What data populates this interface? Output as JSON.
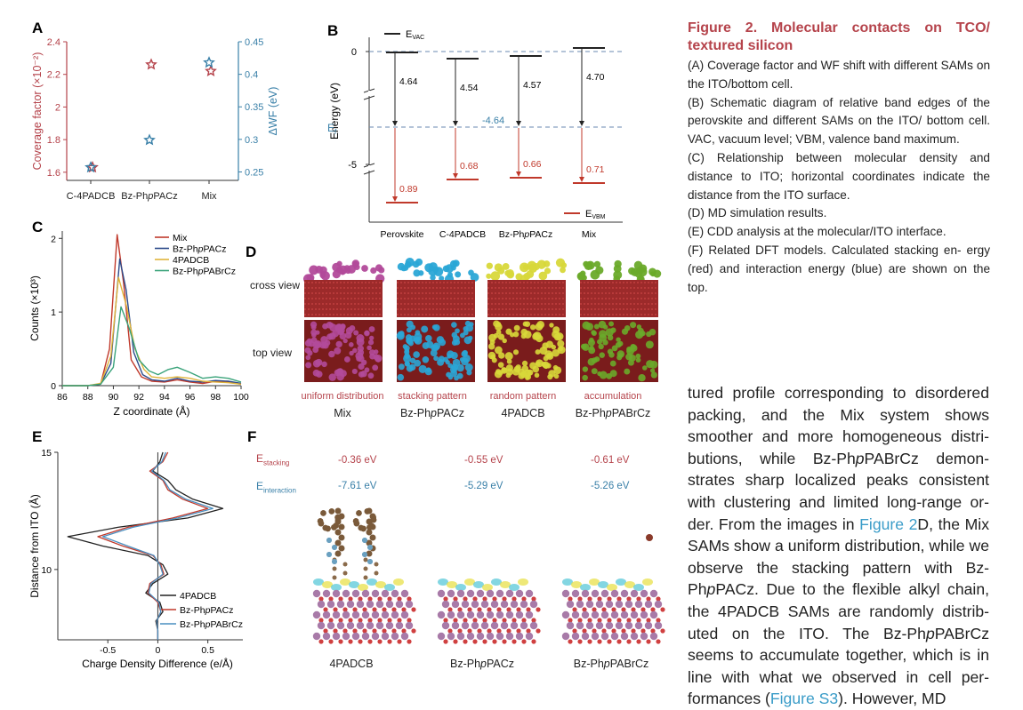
{
  "panel_labels": {
    "A": "A",
    "B": "B",
    "C": "C",
    "D": "D",
    "E": "E",
    "F": "F"
  },
  "caption": {
    "title": "Figure 2. Molecular contacts on TCO/ textured silicon",
    "items": [
      "(A) Coverage factor and WF shift with different SAMs on the ITO/bottom cell.",
      "(B) Schematic diagram of relative band edges of the perovskite and different SAMs on the ITO/ bottom cell. VAC, vacuum level; VBM, valence band maximum.",
      "(C) Relationship between molecular density and distance to ITO; horizontal coordinates indicate the distance from the ITO surface.",
      "(D) MD simulation results.",
      "(E) CDD analysis at the molecular/ITO interface.",
      "(F) Related DFT models. Calculated stacking en- ergy (red) and interaction energy (blue) are shown on the top."
    ]
  },
  "body_text": {
    "p1": "tured profile corresponding to disordered packing, and the Mix system shows smoother and more homogeneous distri- butions, while Bz-Ph",
    "p1_i": "p",
    "p1b": "PABrCz demon- strates sharp localized peaks consistent with clustering and limited long-range or- der. From the images in ",
    "link1": "Figure 2",
    "p2": "D, the Mix SAMs show a uniform distribution, while we observe the stacking pattern with Bz- Ph",
    "p2_i": "p",
    "p2b": "PACz. Due to the flexible alkyl chain, the 4PADCB SAMs are randomly distrib- uted on the ITO. The Bz-Ph",
    "p2_i2": "p",
    "p2c": "PABrCz seems to accumulate together, which is in line with what we observed in cell per- formances (",
    "link2": "Figure S3",
    "p3": "). However, MD"
  },
  "chart_data": [
    {
      "panel": "A",
      "type": "scatter",
      "categories": [
        "C-4PADCB",
        "Bz-PhpPACz",
        "Mix"
      ],
      "ylabel": "Coverage factor (×10⁻²)",
      "ylabel2": "ΔWF (eV)",
      "ylim": [
        1.55,
        2.4
      ],
      "y2lim": [
        0.237,
        0.45
      ],
      "yticks": [
        "2.4",
        "2.2",
        "2",
        "1.8",
        "1.6"
      ],
      "y2ticks": [
        "0.45",
        "0.4",
        "0.35",
        "0.3",
        "0.25"
      ],
      "series": [
        {
          "values": [
            1.63,
            2.26,
            2.22
          ],
          "color": "#b5434b"
        },
        {
          "values": [
            0.257,
            0.299,
            0.418
          ],
          "color": "#3a80a8"
        }
      ]
    },
    {
      "panel": "B",
      "type": "bar",
      "categories": [
        "Perovskite",
        "C-4PADCB",
        "Bz-PhpPACz",
        "Mix"
      ],
      "ylabel": "Energy (eV)",
      "yticks": [
        "0",
        "-5"
      ],
      "vac_values": [
        4.64,
        4.54,
        4.57,
        4.7
      ],
      "vac_labels": [
        "4.64",
        "4.54",
        "4.57",
        "4.70"
      ],
      "vbm_values": [
        0.89,
        0.68,
        0.66,
        0.71
      ],
      "vbm_labels": [
        "0.89",
        "0.68",
        "0.66",
        "0.71"
      ],
      "fermi_label": "-4.64",
      "ef_label": "E",
      "ef_sub": "f",
      "legend_vac": "E",
      "legend_vac_sub": "VAC",
      "legend_vbm": "E",
      "legend_vbm_sub": "VBM"
    },
    {
      "panel": "C",
      "type": "line",
      "xlabel": "Z coordinate (Å)",
      "ylabel": "Counts (×10³)",
      "xlim": [
        86,
        100
      ],
      "ylim": [
        0,
        2.1
      ],
      "xticks": [
        "86",
        "88",
        "90",
        "92",
        "94",
        "96",
        "98",
        "100"
      ],
      "yticks": [
        "0",
        "1",
        "2"
      ],
      "series": [
        {
          "name": "Mix",
          "color": "#c0392b",
          "peak": 2.05,
          "x": [
            86,
            88,
            89,
            89.7,
            90.3,
            90.8,
            91.4,
            92.2,
            93,
            94,
            95,
            96,
            97,
            98,
            99,
            100
          ],
          "values": [
            0,
            0,
            0.02,
            0.5,
            2.05,
            1.4,
            0.35,
            0.12,
            0.06,
            0.05,
            0.08,
            0.05,
            0.03,
            0.06,
            0.05,
            0.02
          ]
        },
        {
          "name": "Bz-PhpPACz",
          "color": "#2c4a8a",
          "x": [
            86,
            88,
            89,
            89.8,
            90.5,
            91,
            91.6,
            92.3,
            93,
            94,
            95,
            96,
            97,
            98,
            99,
            100
          ],
          "values": [
            0,
            0,
            0.02,
            0.3,
            1.72,
            1.3,
            0.45,
            0.15,
            0.08,
            0.06,
            0.1,
            0.06,
            0.05,
            0.07,
            0.06,
            0.03
          ]
        },
        {
          "name": "4PADCB",
          "color": "#e0b43a",
          "x": [
            86,
            88,
            89,
            89.8,
            90.4,
            91,
            91.7,
            92.4,
            93,
            94,
            95,
            96,
            97,
            98,
            99,
            100
          ],
          "values": [
            0,
            0,
            0.03,
            0.4,
            1.47,
            1.1,
            0.5,
            0.22,
            0.12,
            0.1,
            0.12,
            0.1,
            0.06,
            0.05,
            0.04,
            0.02
          ]
        },
        {
          "name": "Bz-PhpPABrCz",
          "color": "#3aa37a",
          "x": [
            86,
            88,
            89,
            90,
            90.6,
            91.2,
            92,
            92.8,
            93.5,
            94.3,
            95,
            96,
            97,
            98,
            99,
            100
          ],
          "values": [
            0,
            0,
            0.02,
            0.25,
            1.07,
            0.8,
            0.35,
            0.2,
            0.15,
            0.22,
            0.25,
            0.18,
            0.1,
            0.12,
            0.1,
            0.05
          ]
        }
      ]
    },
    {
      "panel": "E",
      "type": "line",
      "xlabel": "Charge Density Difference (e/Å)",
      "ylabel": "Distance from ITO (Å)",
      "xlim": [
        -1,
        0.85
      ],
      "ylim": [
        7,
        15
      ],
      "xticks": [
        "-0.5",
        "0",
        "0.5"
      ],
      "yticks": [
        "15",
        "10"
      ],
      "series": [
        {
          "name": "4PADCB",
          "color": "#222222",
          "y": [
            15,
            14.6,
            14.2,
            13.8,
            13.4,
            13,
            12.6,
            12.2,
            11.8,
            11.4,
            11,
            10.6,
            10.2,
            9.8,
            9.4,
            9,
            8.6,
            8.2,
            7.8,
            7.4,
            7
          ],
          "values": [
            0.05,
            0.02,
            -0.05,
            0.1,
            0.18,
            0.35,
            0.65,
            0.3,
            -0.4,
            -0.9,
            -0.55,
            -0.1,
            0.05,
            0.1,
            -0.05,
            -0.12,
            0.02,
            0.05,
            -0.02,
            0.0,
            0.0
          ]
        },
        {
          "name": "Bz-PhpPACz",
          "color": "#c0392b",
          "y": [
            15,
            14.6,
            14.2,
            13.8,
            13.4,
            13,
            12.6,
            12.2,
            11.8,
            11.4,
            11,
            10.6,
            10.2,
            9.8,
            9.4,
            9,
            8.6,
            8.2,
            7.8,
            7.4,
            7
          ],
          "values": [
            0.1,
            0.05,
            -0.08,
            0.05,
            0.1,
            0.25,
            0.5,
            0.15,
            -0.3,
            -0.6,
            -0.35,
            -0.05,
            0.03,
            0.06,
            -0.08,
            -0.1,
            0.0,
            0.03,
            -0.01,
            0.0,
            0.0
          ]
        },
        {
          "name": "Bz-PhpPABrCz",
          "color": "#4a8fc0",
          "y": [
            15,
            14.6,
            14.2,
            13.8,
            13.4,
            13,
            12.6,
            12.2,
            11.8,
            11.4,
            11,
            10.6,
            10.2,
            9.8,
            9.4,
            9,
            8.6,
            8.2,
            7.8,
            7.4,
            7
          ],
          "values": [
            0.08,
            0.04,
            -0.06,
            0.06,
            0.12,
            0.28,
            0.55,
            0.2,
            -0.25,
            -0.55,
            -0.3,
            -0.04,
            0.02,
            0.05,
            -0.07,
            -0.09,
            0.01,
            0.03,
            -0.01,
            0.0,
            0.0
          ]
        }
      ]
    }
  ],
  "panel_d": {
    "row_labels": [
      "cross view",
      "top view"
    ],
    "patterns": [
      "uniform distribution",
      "stacking pattern",
      "random pattern",
      "accumulation"
    ],
    "names": [
      "Mix",
      "Bz-PhpPACz",
      "4PADCB",
      "Bz-PhpPABrCz"
    ],
    "colors": [
      "#b24a9a",
      "#2aa6d6",
      "#d8d83a",
      "#6aaa2a"
    ]
  },
  "panel_f": {
    "stacking_label": "E",
    "stacking_sub": "stacking",
    "interaction_label": "E",
    "interaction_sub": "interaction",
    "stacking_values": [
      "-0.36 eV",
      "-0.55 eV",
      "-0.61 eV"
    ],
    "interaction_values": [
      "-7.61 eV",
      "-5.29 eV",
      "-5.26 eV"
    ],
    "names": [
      "4PADCB",
      "Bz-PhpPACz",
      "Bz-PhpPABrCz"
    ]
  }
}
